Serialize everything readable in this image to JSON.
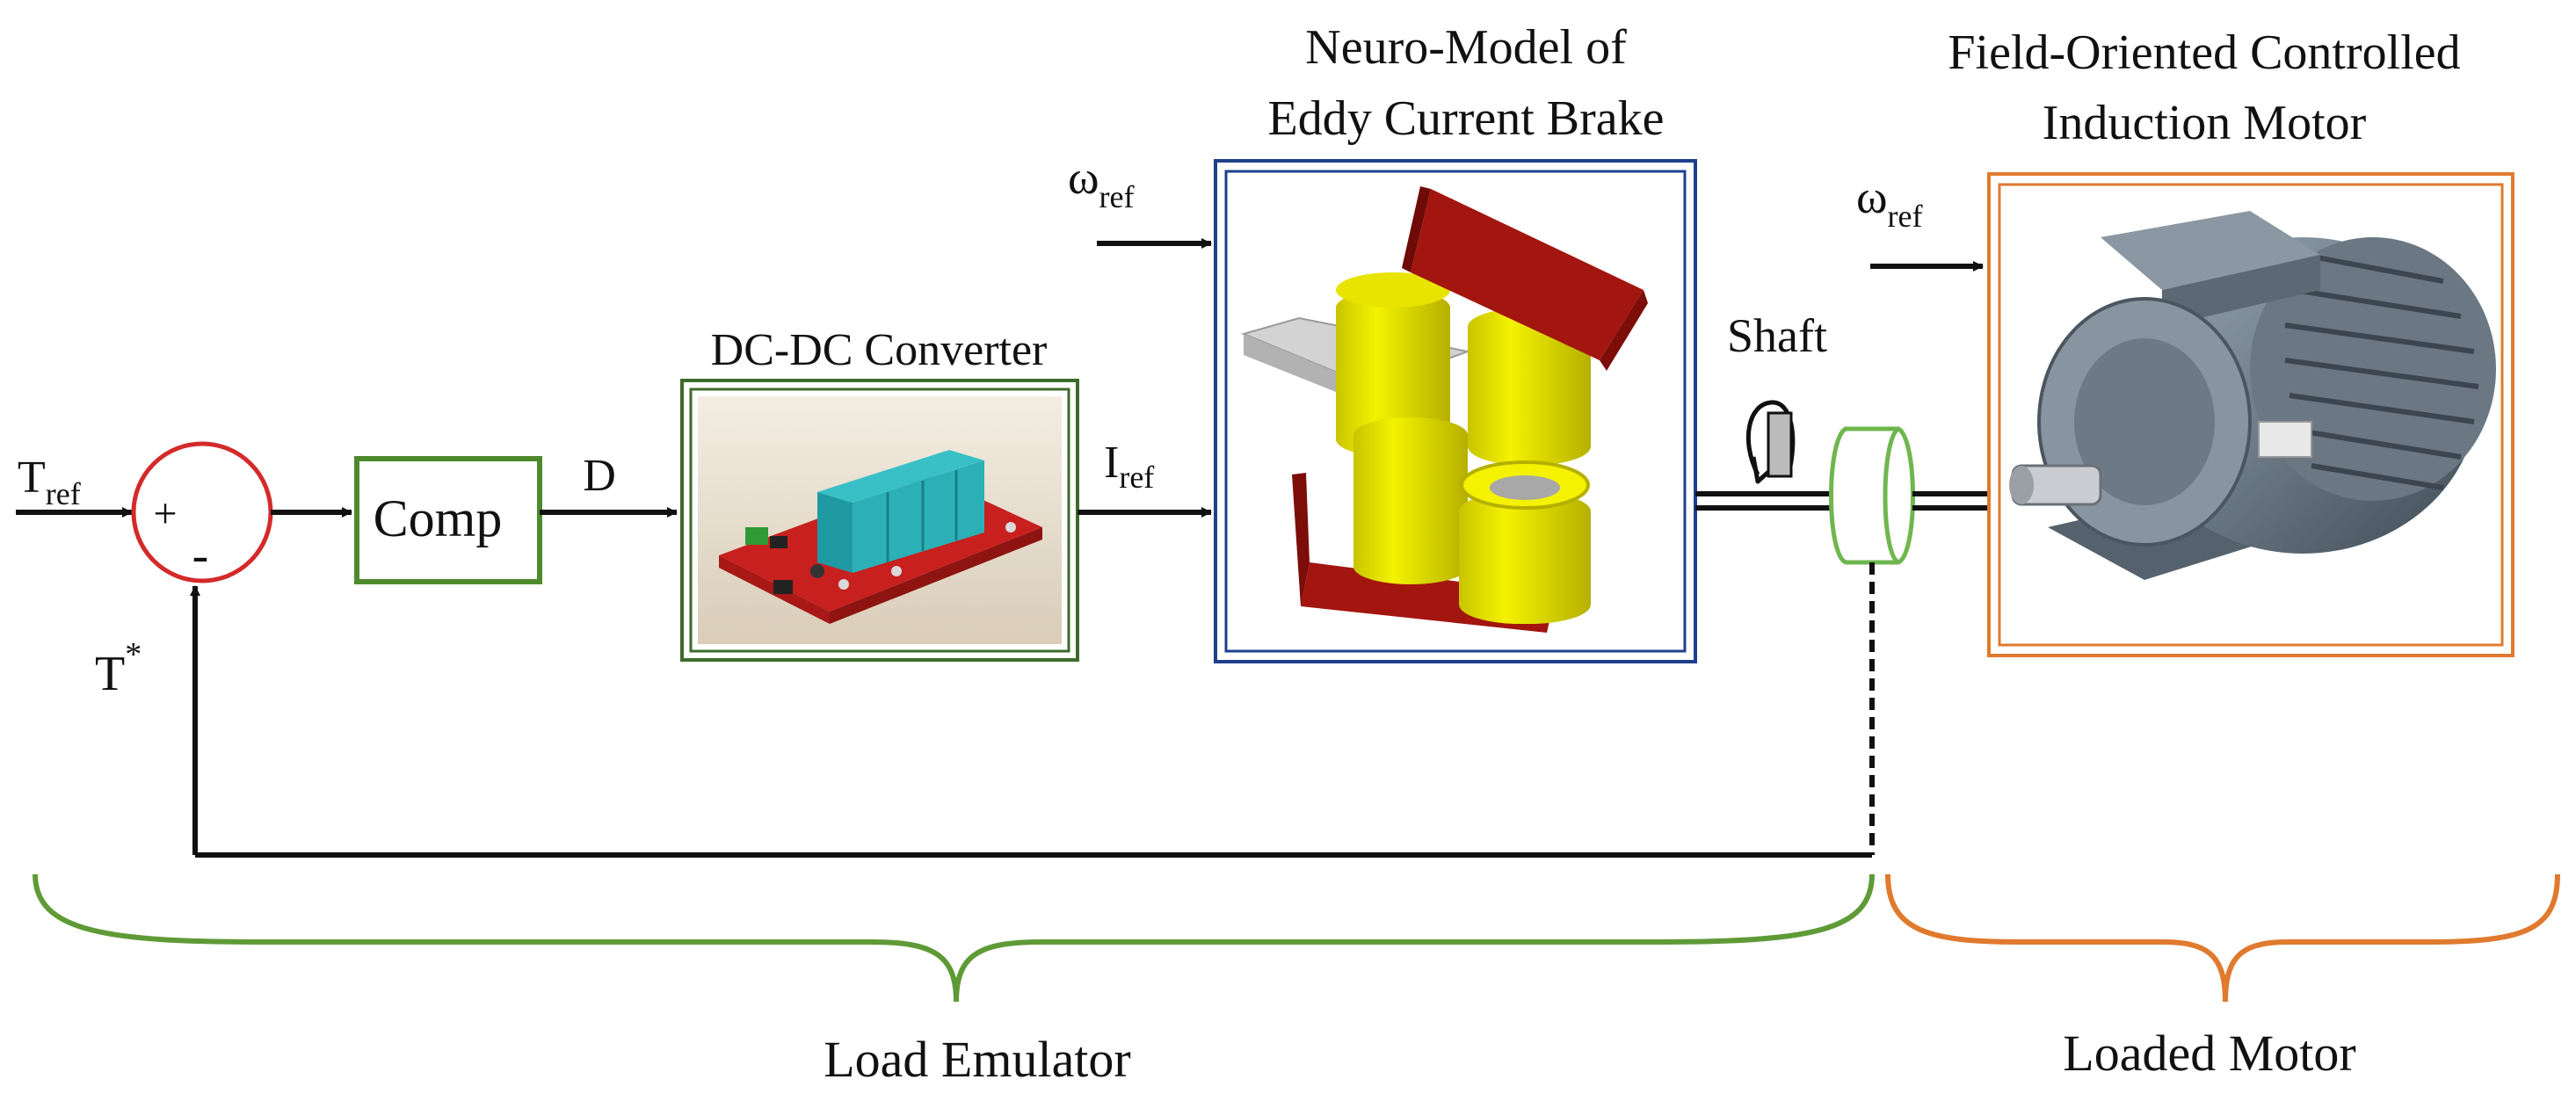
{
  "diagram": {
    "titles": {
      "brake_line1": "Neuro-Model of",
      "brake_line2": "Eddy Current Brake",
      "motor_line1": "Field-Oriented Controlled",
      "motor_line2": "Induction Motor",
      "converter": "DC-DC Converter"
    },
    "signals": {
      "t_ref_main": "T",
      "t_ref_sub": "ref",
      "d": "D",
      "i_ref_main": "I",
      "i_ref_sub": "ref",
      "omega_main": "ω",
      "omega_sub": "ref",
      "t_star_main": "T",
      "t_star_sup": "*",
      "shaft": "Shaft"
    },
    "summing_junction": {
      "plus": "+",
      "minus": "-"
    },
    "blocks": {
      "comp": "Comp"
    },
    "groups": {
      "load_emulator": "Load Emulator",
      "loaded_motor": "Loaded Motor"
    },
    "colors": {
      "summing": "#d42a2a",
      "comp": "#4e8a2c",
      "converter": "#3d6b2b",
      "brake": "#1f3f8c",
      "motor": "#e07a2e",
      "coupling": "#6fb64f",
      "brace_left": "#5f9a37",
      "brace_right": "#e07a2e"
    }
  }
}
